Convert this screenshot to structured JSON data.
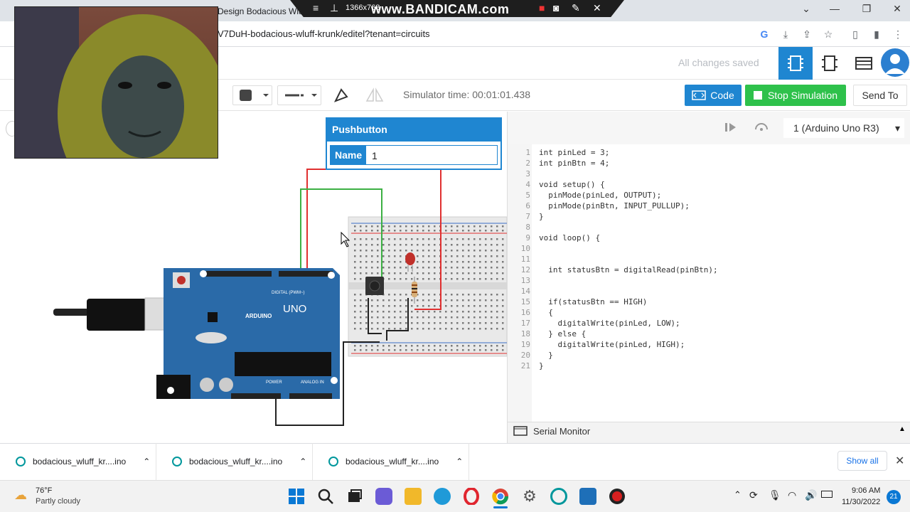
{
  "browser": {
    "tab_title": "Design Bodacious Wluff-",
    "url": "V7DuH-bodacious-wluff-krunk/editel?tenant=circuits"
  },
  "recorder": {
    "resolution": "1366x768",
    "watermark": "www.BANDICAM.com"
  },
  "header": {
    "status": "All changes saved"
  },
  "toolbar": {
    "sim_time": "Simulator time: 00:01:01.438",
    "code_label": "Code",
    "stop_label": "Stop Simulation",
    "send_label": "Send To"
  },
  "popup": {
    "title": "Pushbutton",
    "name_label": "Name",
    "name_value": "1"
  },
  "code_panel": {
    "board": "1 (Arduino Uno R3)",
    "lines": [
      "int pinLed = 3;",
      "int pinBtn = 4;",
      "",
      "void setup() {",
      "  pinMode(pinLed, OUTPUT);",
      "  pinMode(pinBtn, INPUT_PULLUP);",
      "}",
      "",
      "void loop() {",
      "",
      "",
      "  int statusBtn = digitalRead(pinBtn);",
      "",
      "",
      "  if(statusBtn == HIGH)",
      "  {",
      "    digitalWrite(pinLed, LOW);",
      "  } else {",
      "    digitalWrite(pinLed, HIGH);",
      "  }",
      "}"
    ],
    "serial_label": "Serial Monitor"
  },
  "board": {
    "brand": "ARDUINO",
    "model": "UNO",
    "digital_label": "DIGITAL (PWM~)",
    "power_label": "POWER",
    "analog_label": "ANALOG IN"
  },
  "downloads": {
    "items": [
      "bodacious_wluff_kr....ino",
      "bodacious_wluff_kr....ino",
      "bodacious_wluff_kr....ino"
    ],
    "show_all": "Show all"
  },
  "taskbar": {
    "temperature": "76°F",
    "weather": "Partly cloudy",
    "time": "9:06 AM",
    "date": "11/30/2022",
    "notifications": "21"
  },
  "colors": {
    "accent": "#1f86d1",
    "stop_green": "#2ec14b",
    "wire_red": "#e03030",
    "wire_green": "#3cb043",
    "board_blue": "#2a6aa8"
  }
}
